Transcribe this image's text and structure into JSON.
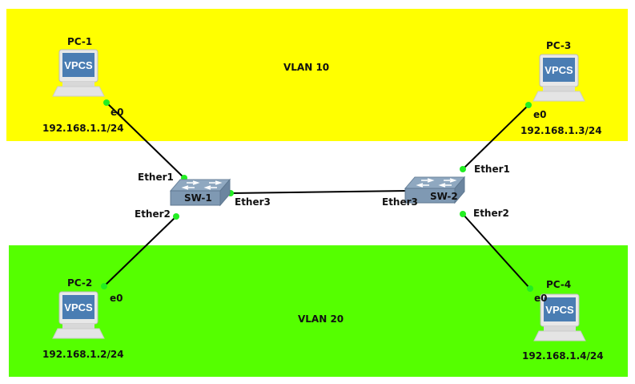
{
  "colors": {
    "vlan10": "#ffff00",
    "vlan20": "#55ff00",
    "link": "#000000",
    "port": "#22ee22"
  },
  "zones": [
    {
      "id": "vlan10",
      "label": "VLAN 10"
    },
    {
      "id": "vlan20",
      "label": "VLAN 20"
    }
  ],
  "nodes": {
    "pc1": {
      "name": "PC-1",
      "screen_text": "VPCS",
      "ip": "192.168.1.1/24",
      "icon": "vpcs-computer-icon"
    },
    "pc2": {
      "name": "PC-2",
      "screen_text": "VPCS",
      "ip": "192.168.1.2/24",
      "icon": "vpcs-computer-icon"
    },
    "pc3": {
      "name": "PC-3",
      "screen_text": "VPCS",
      "ip": "192.168.1.3/24",
      "icon": "vpcs-computer-icon"
    },
    "pc4": {
      "name": "PC-4",
      "screen_text": "VPCS",
      "ip": "192.168.1.4/24",
      "icon": "vpcs-computer-icon"
    },
    "sw1": {
      "name": "SW-1",
      "icon": "ethernet-switch-icon"
    },
    "sw2": {
      "name": "SW-2",
      "icon": "ethernet-switch-icon"
    }
  },
  "links": [
    {
      "a": "pc1",
      "a_port": "e0",
      "b": "sw1",
      "b_port": "Ether1"
    },
    {
      "a": "pc2",
      "a_port": "e0",
      "b": "sw1",
      "b_port": "Ether2"
    },
    {
      "a": "sw1",
      "a_port": "Ether3",
      "b": "sw2",
      "b_port": "Ether3"
    },
    {
      "a": "pc3",
      "a_port": "e0",
      "b": "sw2",
      "b_port": "Ether1"
    },
    {
      "a": "pc4",
      "a_port": "e0",
      "b": "sw2",
      "b_port": "Ether2"
    }
  ]
}
